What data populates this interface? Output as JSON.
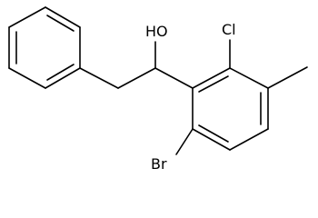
{
  "molecule": {
    "atoms": {
      "hydroxyl": "HO",
      "chlorine": "Cl",
      "bromine": "Br"
    }
  },
  "colors": {
    "background": "#ffffff",
    "ink": "#000000"
  }
}
